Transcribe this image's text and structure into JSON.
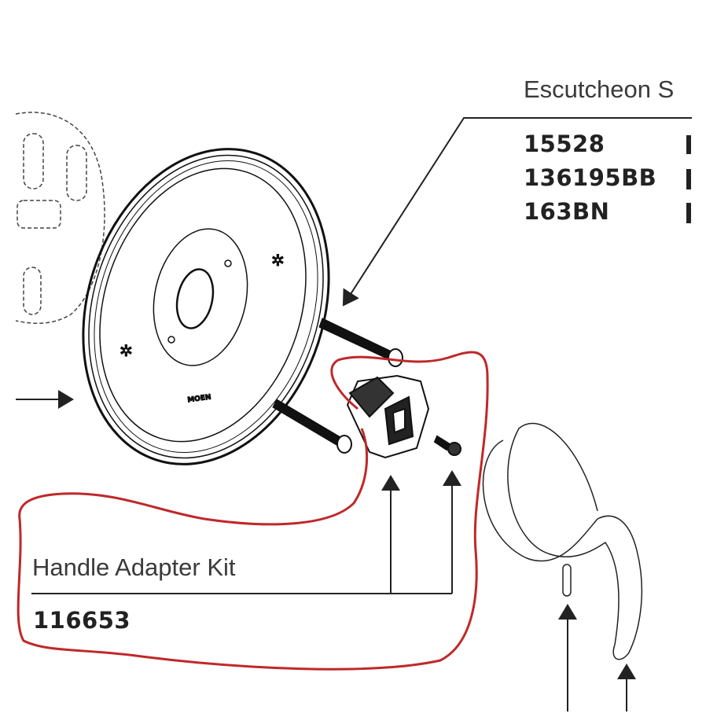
{
  "escutcheon_kit": {
    "title": "Escutcheon S",
    "parts": [
      "15528",
      "136195BB",
      "163BN"
    ]
  },
  "handle_adapter_kit": {
    "title": "Handle Adapter Kit",
    "part": "116653"
  },
  "logo": "MOEN",
  "colors": {
    "annotation": "#c0282a",
    "line": "#222222"
  }
}
